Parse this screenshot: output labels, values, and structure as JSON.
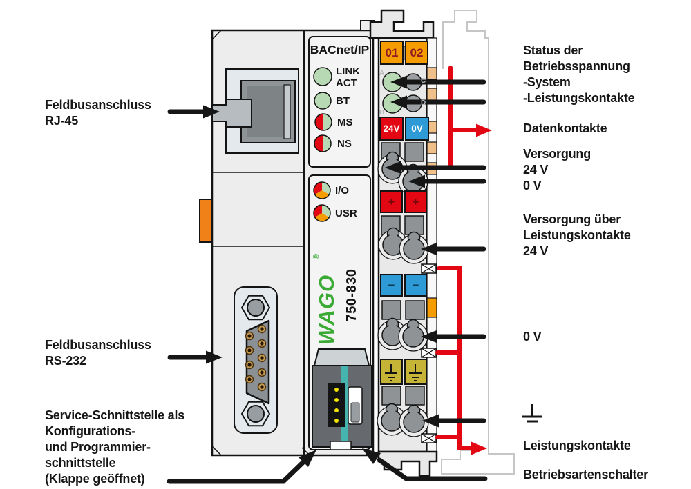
{
  "colors": {
    "arrow_black": "#161616",
    "signal_red": "#e30613",
    "wago_green": "#3aaa35",
    "label_orange": "#f59c00",
    "led_green": "#b7dab4",
    "label_blue": "#2f9bd6",
    "earth_olive": "#c6b437",
    "latch_orange": "#f08119"
  },
  "icons": {
    "earth_ground": "earth-ground-symbol"
  },
  "device": {
    "protocol": "BACnet/IP",
    "brand": "WAGO",
    "registered": "®",
    "model": "750-830",
    "leds": {
      "link": "LINK",
      "act": "ACT",
      "bt": "BT",
      "ms": "MS",
      "ns": "NS",
      "io": "I/O",
      "usr": "USR"
    }
  },
  "terminal": {
    "slot_left": "01",
    "slot_right": "02",
    "v24": "24V",
    "v0": "0V",
    "plus": "+",
    "minus": "−",
    "letters": {
      "a": "A",
      "b": "B",
      "c": "C",
      "d": "D"
    }
  },
  "labels": {
    "left": [
      {
        "lines": [
          "Feldbusanschluss",
          "RJ-45"
        ]
      },
      {
        "lines": [
          "Feldbusanschluss",
          "RS-232"
        ]
      },
      {
        "lines": [
          "Service-Schnittstelle als",
          "Konfigurations-",
          "und Programmier-",
          "schnittstelle",
          "(Klappe geöffnet)"
        ]
      }
    ],
    "right": [
      {
        "lines": [
          "Status der",
          "Betriebsspannung",
          "-System",
          "-Leistungskontakte"
        ]
      },
      {
        "lines": [
          "Datenkontakte"
        ]
      },
      {
        "lines": [
          "Versorgung",
          "24 V",
          "0 V"
        ]
      },
      {
        "lines": [
          "Versorgung über",
          "Leistungskontakte",
          "24 V"
        ]
      },
      {
        "lines": [
          "0 V"
        ]
      },
      {
        "lines": [
          "Leistungskontakte"
        ]
      },
      {
        "lines": [
          "Betriebsartenschalter"
        ]
      }
    ]
  }
}
